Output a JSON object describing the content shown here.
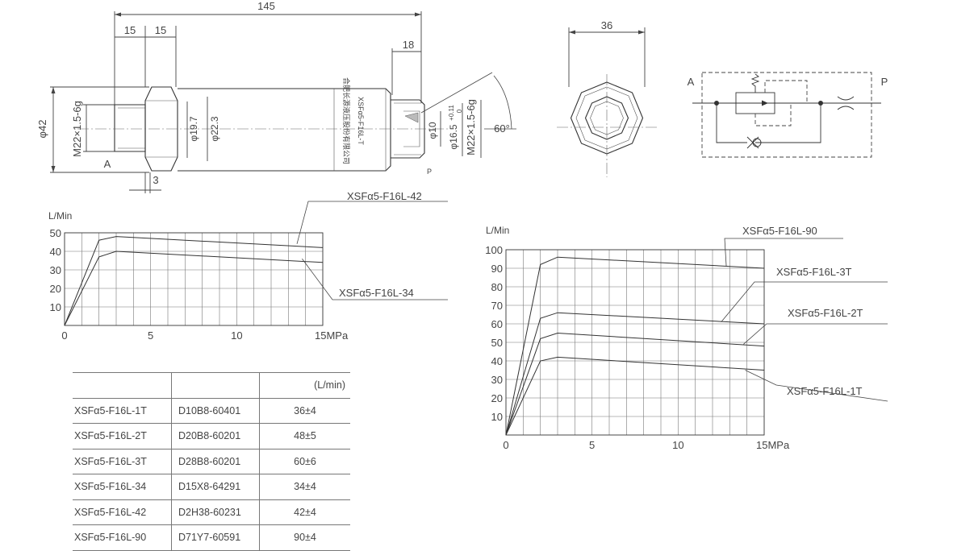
{
  "drawing": {
    "dims": {
      "d145": "145",
      "d15a": "15",
      "d15b": "15",
      "d18": "18",
      "d36": "36",
      "d3": "3",
      "dia42": "φ42",
      "thread_left": "M22×1.5-6g",
      "dia19_7": "φ19.7",
      "dia22_3": "φ22.3",
      "dia10": "φ10",
      "dia16_5": "φ16.5",
      "tol_up": "+0.11",
      "tol_low": "0",
      "thread_right": "M22×1.5-6g",
      "angle": "60°"
    },
    "port_a": "A",
    "port_p": "P",
    "body_text": [
      "XSFα5-F16L-T",
      "合肥长源液压股份有限公司"
    ]
  },
  "symbol": {
    "port_a": "A",
    "port_p": "P"
  },
  "chart_small": {
    "y_unit": "L/Min",
    "x_unit_label": "15MPa",
    "series_labels": [
      "XSFα5-F16L-42",
      "XSFα5-F16L-34"
    ]
  },
  "chart_large": {
    "y_unit": "L/Min",
    "x_unit_label": "15MPa",
    "series_labels": [
      "XSFα5-F16L-90",
      "XSFα5-F16L-3T",
      "XSFα5-F16L-2T",
      "XSFα5-F16L-1T"
    ]
  },
  "chart_data": [
    {
      "type": "line",
      "ylabel": "L/Min",
      "xlabel": "MPa",
      "xlim": [
        0,
        15
      ],
      "ylim": [
        0,
        50
      ],
      "x_ticks": [
        "0",
        "5",
        "10",
        "15MPa"
      ],
      "y_ticks": [
        "10",
        "20",
        "30",
        "40",
        "50"
      ],
      "series": [
        {
          "name": "XSFα5-F16L-42",
          "x": [
            0,
            2,
            3,
            15
          ],
          "y": [
            0,
            46,
            48,
            42
          ]
        },
        {
          "name": "XSFα5-F16L-34",
          "x": [
            0,
            2,
            3,
            15
          ],
          "y": [
            0,
            37,
            40,
            34
          ]
        }
      ]
    },
    {
      "type": "line",
      "ylabel": "L/Min",
      "xlabel": "MPa",
      "xlim": [
        0,
        15
      ],
      "ylim": [
        0,
        100
      ],
      "x_ticks": [
        "0",
        "5",
        "10",
        "15MPa"
      ],
      "y_ticks": [
        "10",
        "20",
        "30",
        "40",
        "50",
        "60",
        "70",
        "80",
        "90",
        "100"
      ],
      "series": [
        {
          "name": "XSFα5-F16L-90",
          "x": [
            0,
            2,
            3,
            15
          ],
          "y": [
            0,
            92,
            96,
            90
          ]
        },
        {
          "name": "XSFα5-F16L-3T",
          "x": [
            0,
            2,
            3,
            15
          ],
          "y": [
            0,
            63,
            66,
            60
          ]
        },
        {
          "name": "XSFα5-F16L-2T",
          "x": [
            0,
            2,
            3,
            15
          ],
          "y": [
            0,
            52,
            55,
            48
          ]
        },
        {
          "name": "XSFα5-F16L-1T",
          "x": [
            0,
            2,
            3,
            15
          ],
          "y": [
            0,
            40,
            42,
            35
          ]
        }
      ]
    }
  ],
  "table": {
    "header": [
      "",
      "",
      "(L/min)"
    ],
    "rows": [
      [
        "XSFα5-F16L-1T",
        "D10B8-60401",
        "36±4"
      ],
      [
        "XSFα5-F16L-2T",
        "D20B8-60201",
        "48±5"
      ],
      [
        "XSFα5-F16L-3T",
        "D28B8-60201",
        "60±6"
      ],
      [
        "XSFα5-F16L-34",
        "D15X8-64291",
        "34±4"
      ],
      [
        "XSFα5-F16L-42",
        "D2H38-60231",
        "42±4"
      ],
      [
        "XSFα5-F16L-90",
        "D71Y7-60591",
        "90±4"
      ]
    ]
  }
}
